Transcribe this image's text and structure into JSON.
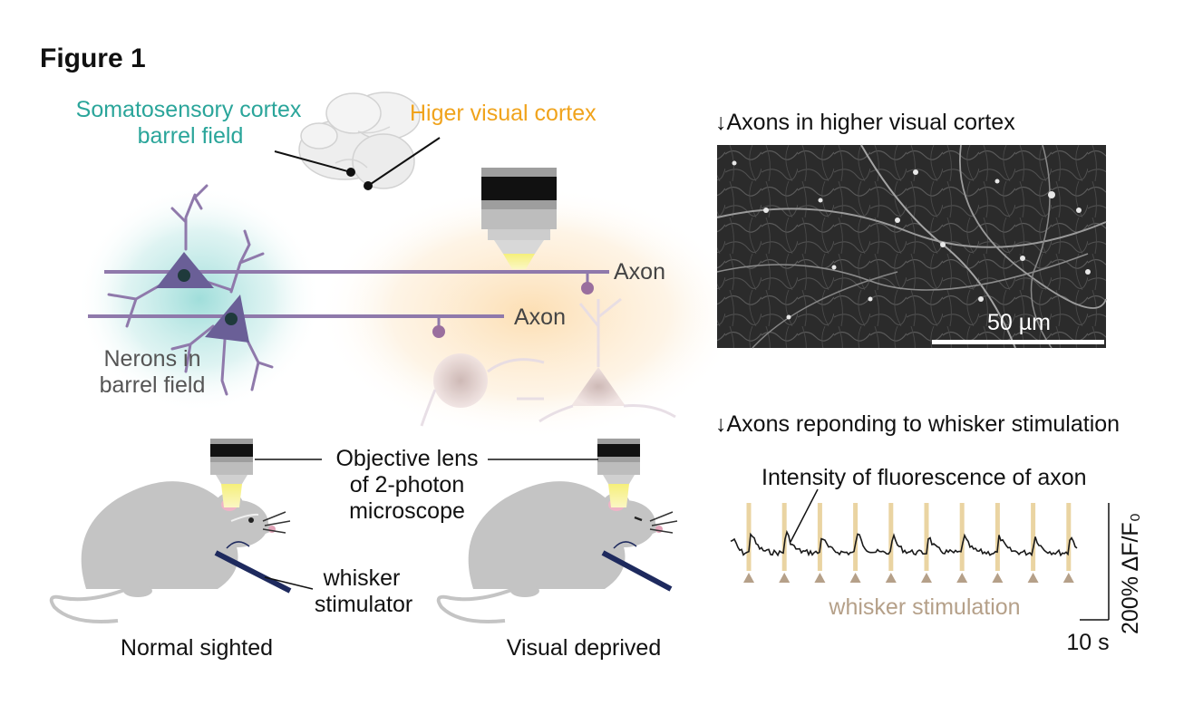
{
  "figure": {
    "title": "Figure 1",
    "brain": {
      "somatosensory_label_line1": "Somatosensory cortex",
      "somatosensory_label_line2": "barrel field",
      "visual_label": "Higer visual cortex"
    },
    "circuit": {
      "axon_label_top": "Axon",
      "axon_label_bottom": "Axon",
      "neurons_label_line1": "Nerons in",
      "neurons_label_line2": "barrel field"
    },
    "mice": {
      "objective_line1": "Objective lens",
      "objective_line2": "of 2-photon",
      "objective_line3": "microscope",
      "stimulator_line1": "whisker",
      "stimulator_line2": "stimulator",
      "normal_label": "Normal sighted",
      "deprived_label": "Visual deprived"
    },
    "image_panel": {
      "heading": "↓Axons in higher visual cortex",
      "scale_bar": "50 µm"
    },
    "trace_panel": {
      "heading": "↓Axons reponding to whisker stimulation",
      "trace_label": "Intensity of fluorescence of axon",
      "stim_label": "whisker stimulation",
      "y_scale": "200% ΔF/F₀",
      "x_scale": "10 s",
      "stimulus_count": 10
    },
    "colors": {
      "teal": "#2aa59a",
      "orange": "#f0a31c",
      "purple": "#8f79ab",
      "stim_tan": "#b5a089",
      "stim_bar": "#ead4a2",
      "stimulator_navy": "#1e2a5e"
    }
  }
}
